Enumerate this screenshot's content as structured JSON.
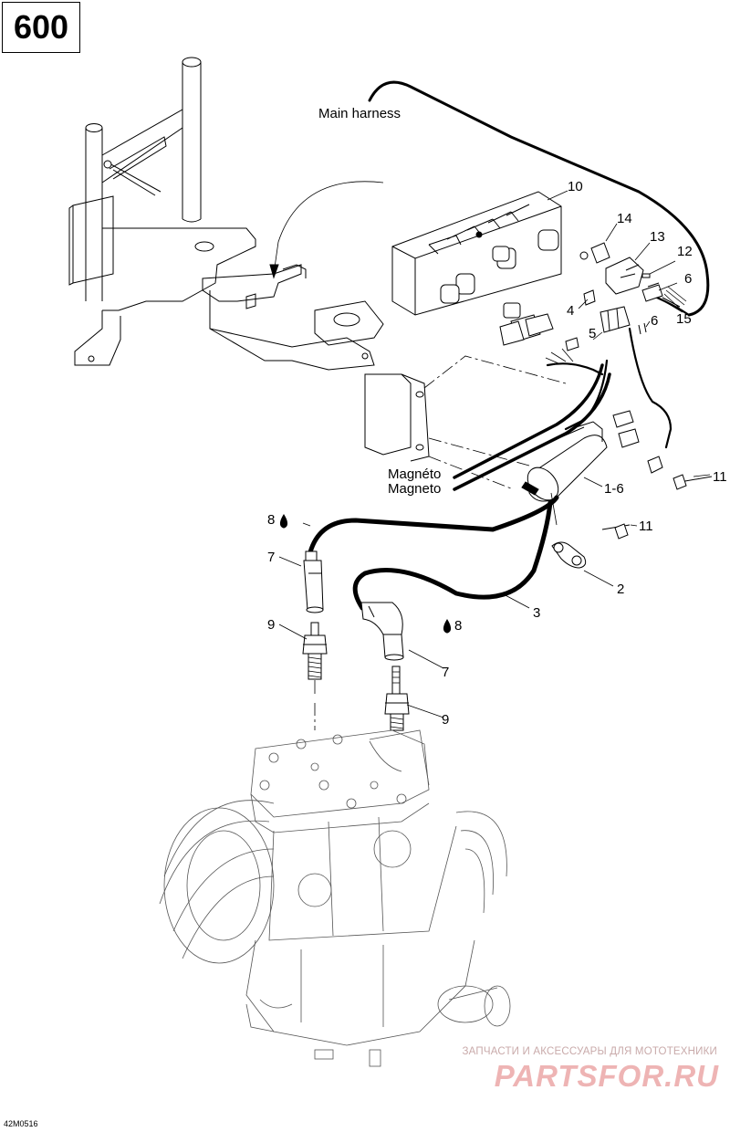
{
  "header": {
    "model": "600"
  },
  "labels": {
    "main_harness": "Main harness",
    "magneto_fr": "Magnéto",
    "magneto_en": "Magneto",
    "p10": "10",
    "p14": "14",
    "p13": "13",
    "p12": "12",
    "p6a": "6",
    "p4": "4",
    "p5": "5",
    "p6b": "6",
    "p15": "15",
    "p11a": "11",
    "p1_6": "1-6",
    "p11b": "11",
    "p2": "2",
    "p3": "3",
    "p8a": "8",
    "p7a": "7",
    "p9a": "9",
    "p8b": "8",
    "p7b": "7",
    "p9b": "9"
  },
  "footer": {
    "drawing_code": "42M0516",
    "watermark_tagline": "ЗАПЧАСТИ И АКСЕССУАРЫ ДЛЯ МОТОТЕХНИКИ",
    "watermark_site": "PARTSFOR.RU"
  }
}
